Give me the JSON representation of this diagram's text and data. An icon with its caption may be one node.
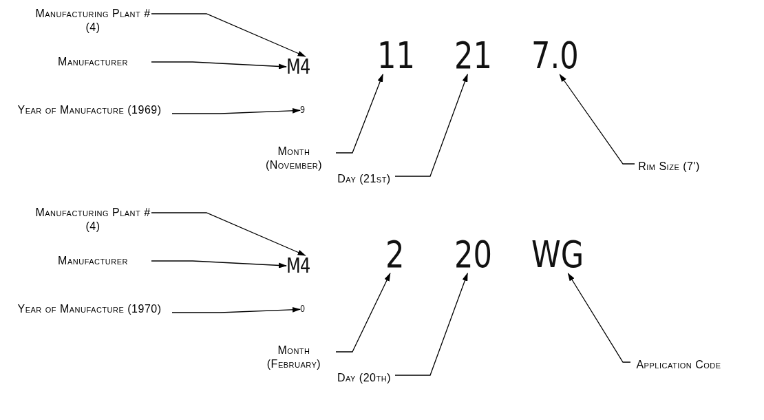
{
  "diagram": {
    "nodes": [
      {
        "text": [
          "Manufacturing Plant # (4)"
        ]
      },
      {
        "text": [
          "Manufacturer"
        ]
      },
      {
        "text": [
          "Year of Manufacture (1969)"
        ]
      },
      {
        "text": [
          "M"
        ]
      },
      {
        "text": [
          "4"
        ]
      },
      {
        "text": [
          "9"
        ]
      },
      {
        "text": [
          "11"
        ]
      },
      {
        "text": [
          "21"
        ]
      },
      {
        "text": [
          "7.0"
        ]
      },
      {
        "text": [
          "Month (November)"
        ]
      },
      {
        "text": [
          "Day (21st)"
        ]
      },
      {
        "text": [
          "Rim Size (7')"
        ]
      },
      {
        "text": [
          "Manufacturing Plant # (4)"
        ]
      },
      {
        "text": [
          "Manufacturer"
        ]
      },
      {
        "text": [
          "Year of Manufacture (1970)"
        ]
      },
      {
        "text": [
          "M"
        ]
      },
      {
        "text": [
          "4"
        ]
      },
      {
        "text": [
          "0"
        ]
      },
      {
        "text": [
          "2"
        ]
      },
      {
        "text": [
          "20"
        ]
      },
      {
        "text": [
          "WG"
        ]
      },
      {
        "text": [
          "Month (February)"
        ]
      },
      {
        "text": [
          "Day (20th)"
        ]
      },
      {
        "text": [
          "Application Code"
        ]
      }
    ],
    "edges": [
      {
        "from": 0,
        "to": 4,
        "arrow": "to"
      },
      {
        "from": 1,
        "to": 3,
        "arrow": "to"
      },
      {
        "from": 2,
        "to": 5,
        "arrow": "to"
      },
      {
        "from": 9,
        "to": 6,
        "arrow": "to"
      },
      {
        "from": 10,
        "to": 7,
        "arrow": "to"
      },
      {
        "from": 11,
        "to": 8,
        "arrow": "to"
      },
      {
        "from": 12,
        "to": 16,
        "arrow": "to"
      },
      {
        "from": 13,
        "to": 15,
        "arrow": "to"
      },
      {
        "from": 14,
        "to": 17,
        "arrow": "to"
      },
      {
        "from": 21,
        "to": 18,
        "arrow": "to"
      },
      {
        "from": 22,
        "to": 19,
        "arrow": "to"
      },
      {
        "from": 23,
        "to": 20,
        "arrow": "to"
      }
    ]
  }
}
